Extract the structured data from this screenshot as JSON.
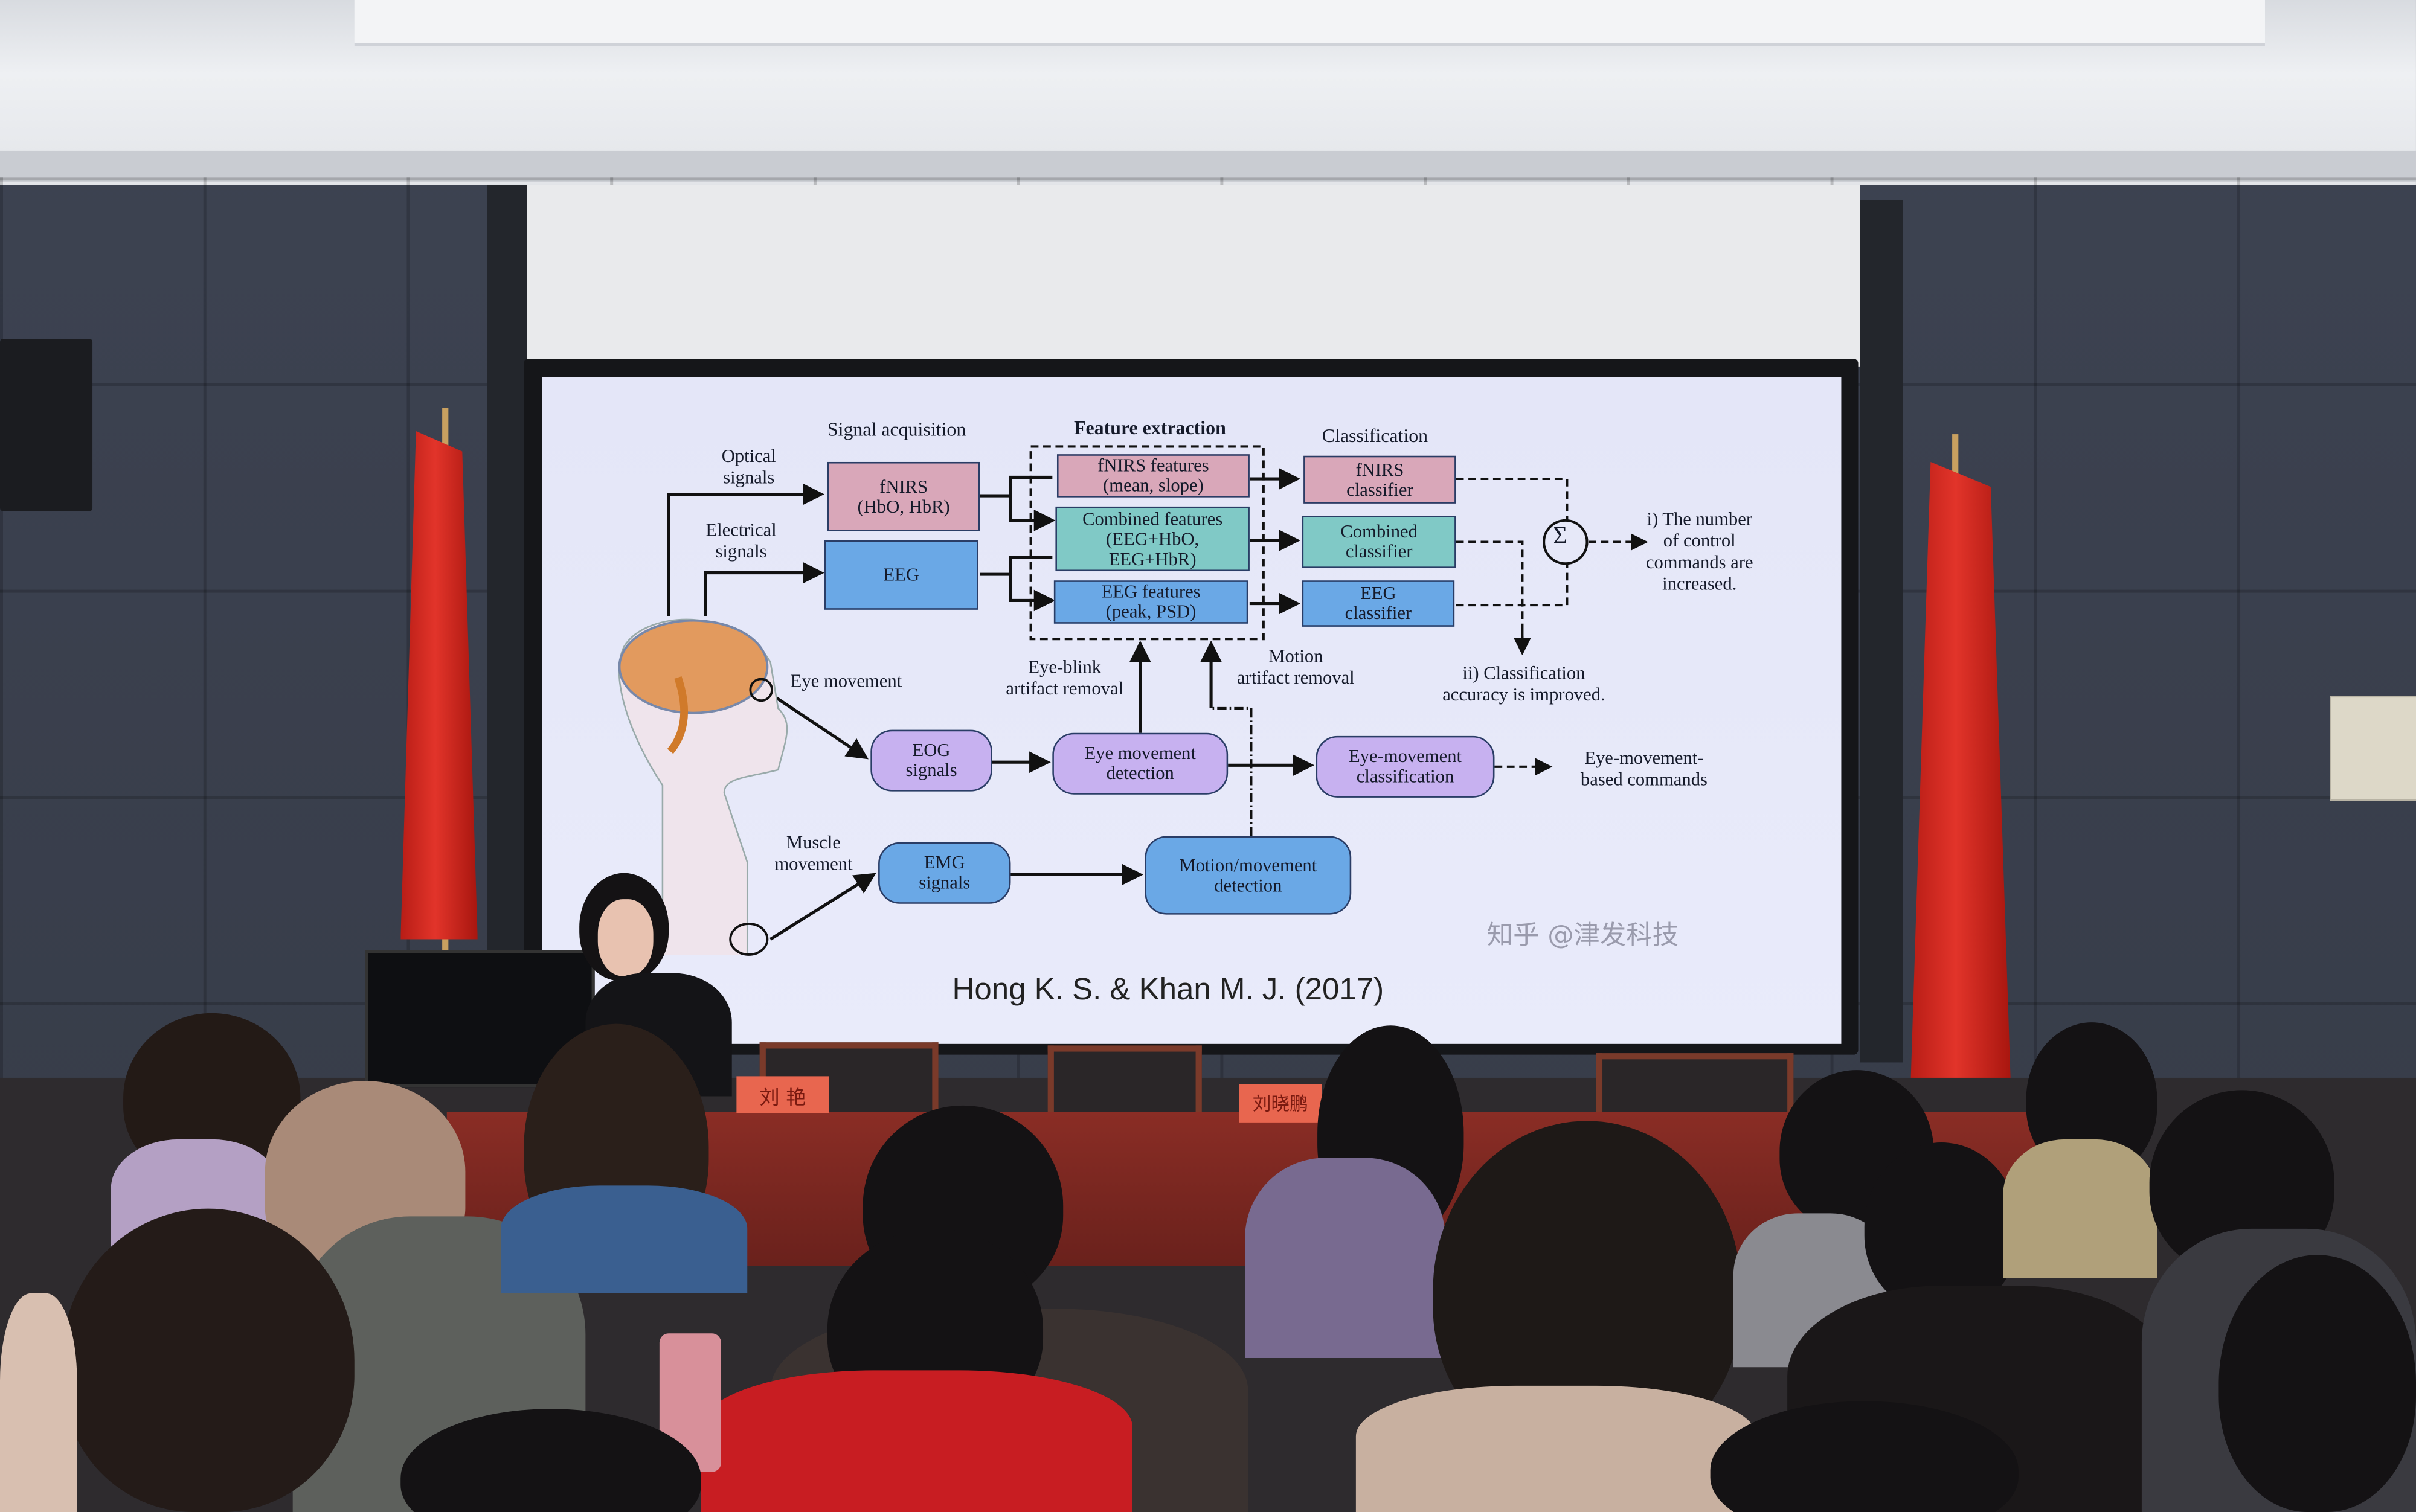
{
  "slide": {
    "headers": {
      "signal_acquisition": "Signal acquisition",
      "feature_extraction": "Feature extraction",
      "classification": "Classification"
    },
    "input_labels": {
      "optical": "Optical signals",
      "electrical": "Electrical signals",
      "eye_movement": "Eye movement",
      "muscle": "Muscle movement"
    },
    "acquisition_boxes": {
      "fnirs_line1": "fNIRS",
      "fnirs_line2": "(HbO, HbR)",
      "eeg": "EEG"
    },
    "feature_boxes": {
      "fnirs_1": "fNIRS features",
      "fnirs_2": "(mean, slope)",
      "combined_1": "Combined features",
      "combined_2": "(EEG+HbO,",
      "combined_3": "EEG+HbR)",
      "eeg_1": "EEG features",
      "eeg_2": "(peak, PSD)"
    },
    "classifier_boxes": {
      "fnirs_1": "fNIRS",
      "fnirs_2": "classifier",
      "combined_1": "Combined",
      "combined_2": "classifier",
      "eeg_1": "EEG",
      "eeg_2": "classifier"
    },
    "sum_symbol": "Σ",
    "outcome_1": [
      "i) The number",
      "of control",
      "commands are",
      "increased."
    ],
    "outcome_2": [
      "ii) Classification",
      "accuracy is improved."
    ],
    "artifact": {
      "eye_blink_1": "Eye-blink",
      "eye_blink_2": "artifact removal",
      "motion_1": "Motion",
      "motion_2": "artifact removal"
    },
    "eog": {
      "l1": "EOG",
      "l2": "signals"
    },
    "eye_detect": {
      "l1": "Eye movement",
      "l2": "detection"
    },
    "eye_class": {
      "l1": "Eye-movement",
      "l2": "classification"
    },
    "eye_commands": {
      "l1": "Eye-movement-",
      "l2": "based commands"
    },
    "emg": {
      "l1": "EMG",
      "l2": "signals"
    },
    "motion_detect": {
      "l1": "Motion/movement",
      "l2": "detection"
    },
    "citation": "Hong K. S. & Khan M. J. (2017)",
    "watermark": "知乎 @津发科技"
  },
  "name_plates": [
    "刘 艳",
    "刘晓鹏"
  ],
  "colors": {
    "flag": "#e2342a",
    "pink_box": "#d9a7b9",
    "blue_box": "#6aa8e6",
    "teal_box": "#80c9c6",
    "purple_box": "#c7b1f0"
  }
}
